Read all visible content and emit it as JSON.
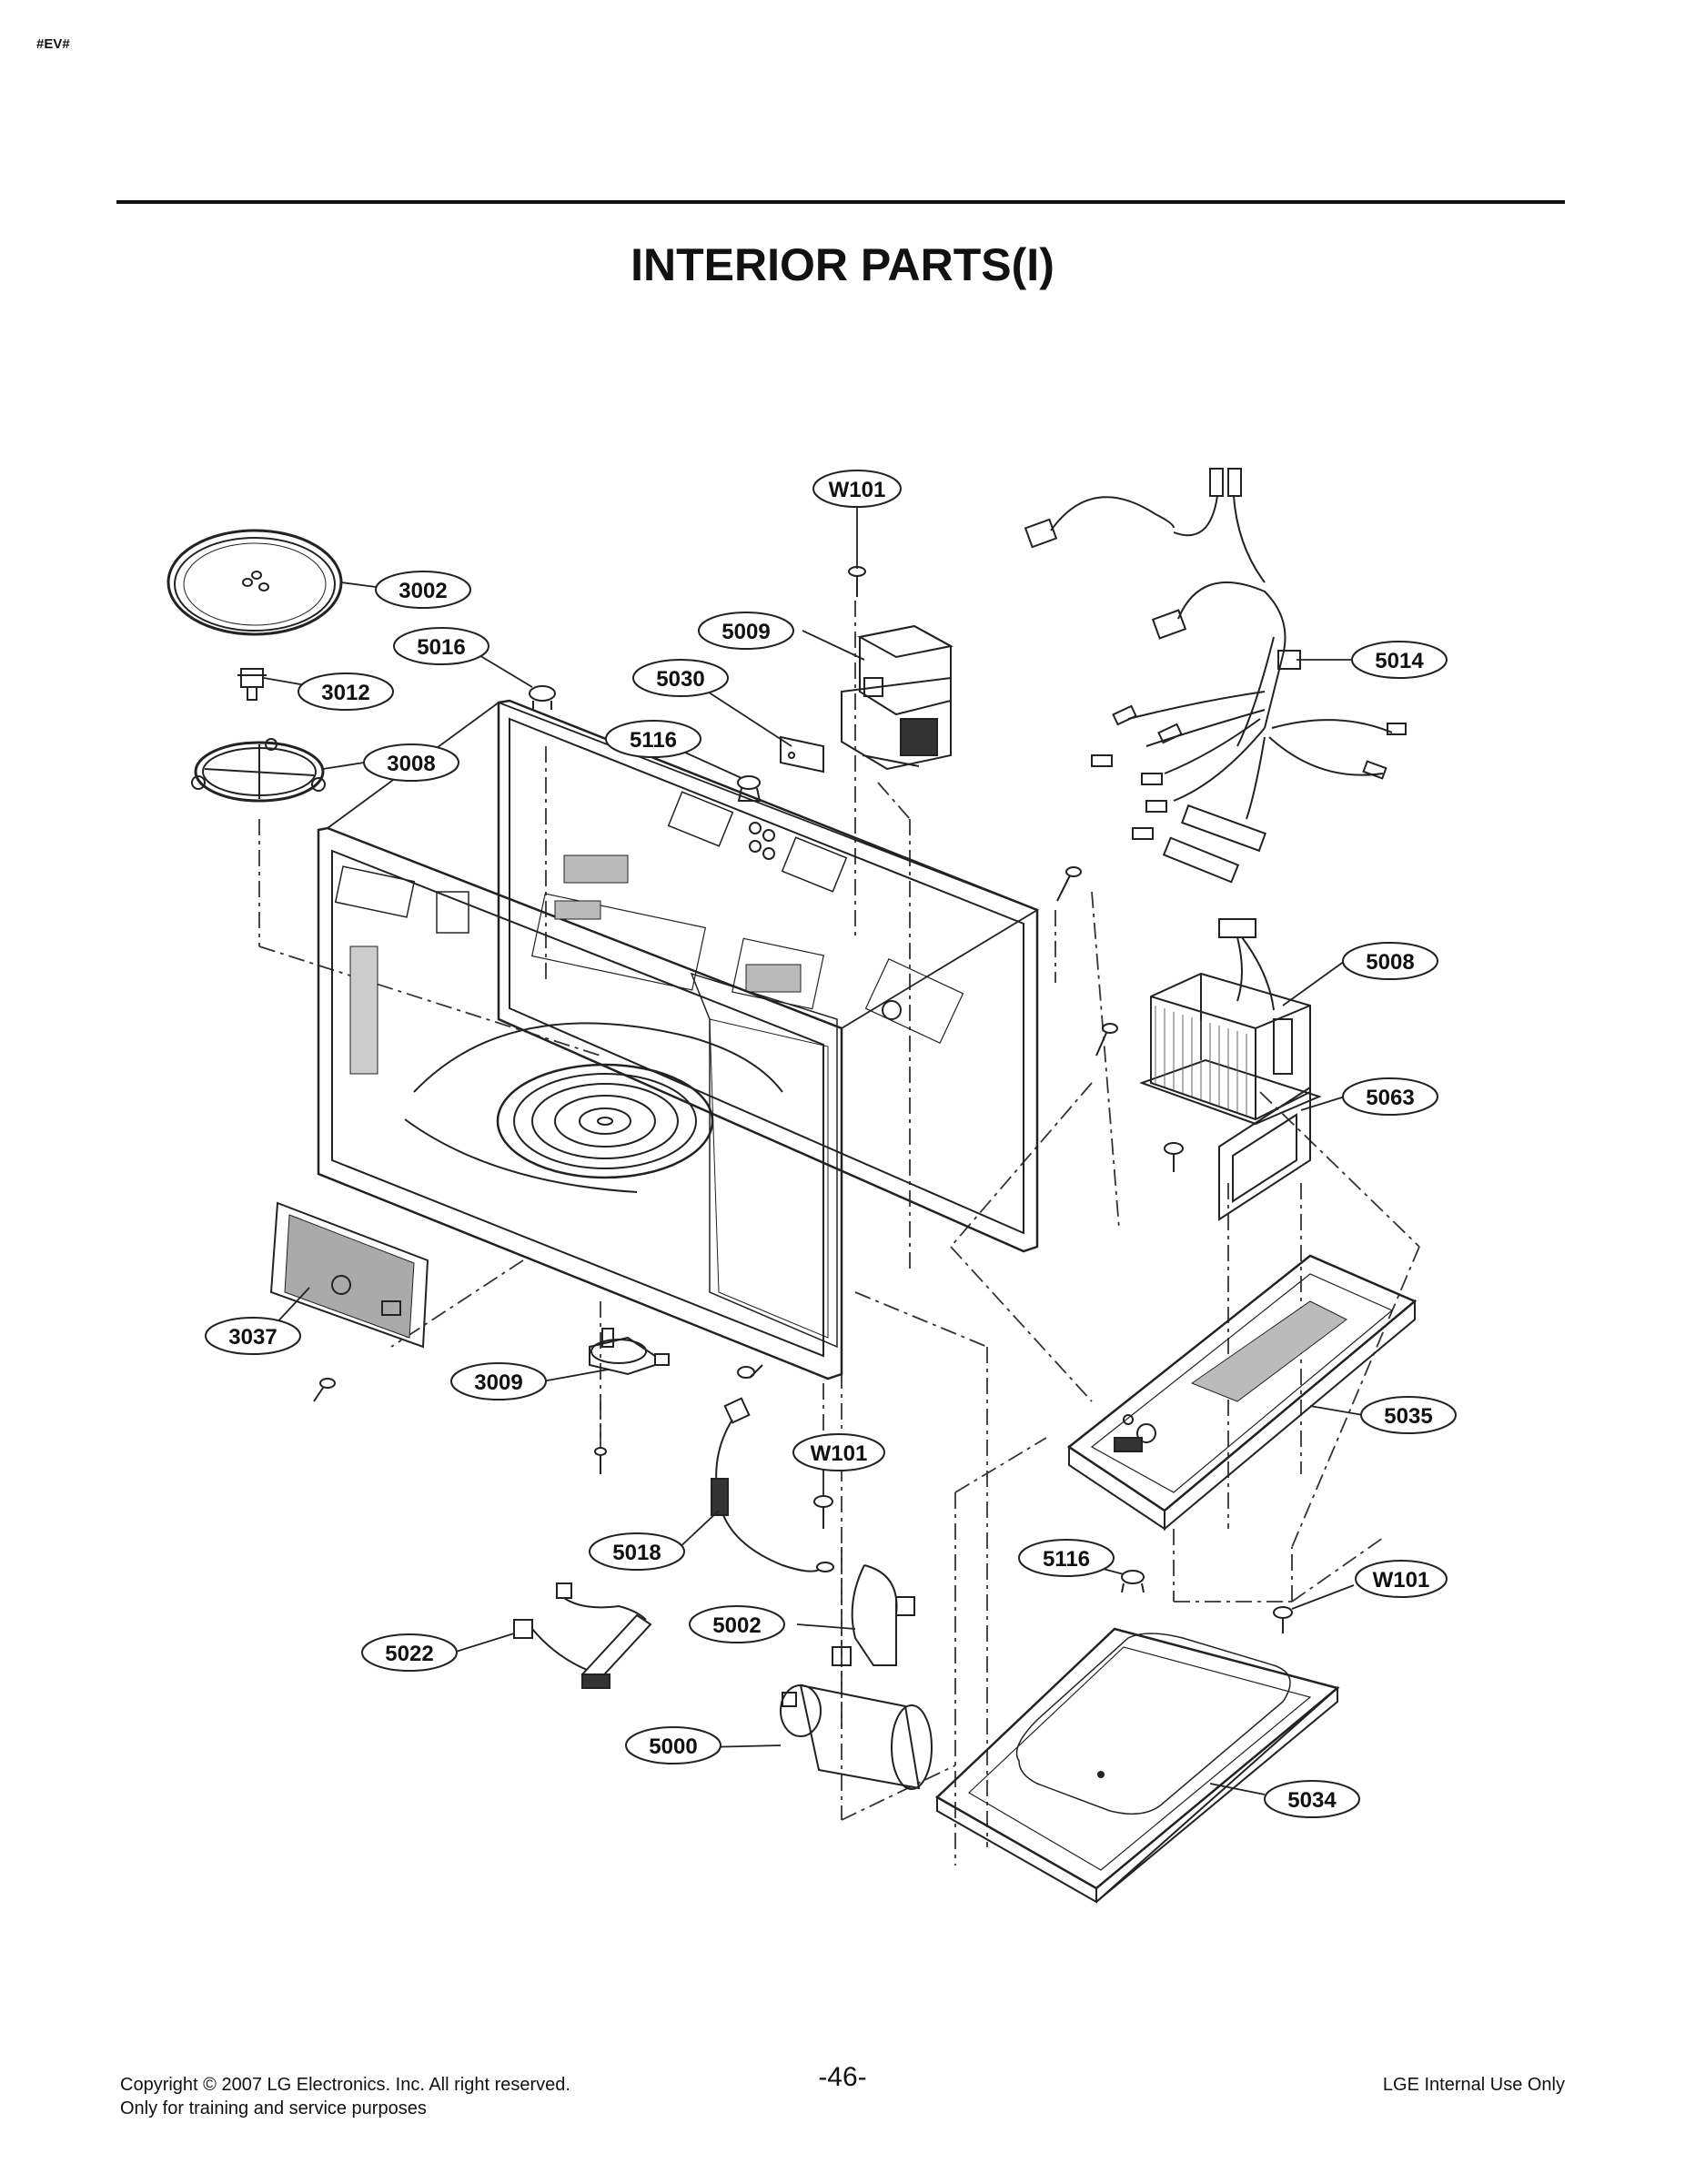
{
  "header_tag": "#EV#",
  "title": "INTERIOR PARTS(I)",
  "callouts": {
    "w101_top": "W101",
    "p3002": "3002",
    "p5016": "5016",
    "p3012": "3012",
    "p3008": "3008",
    "p5009": "5009",
    "p5030": "5030",
    "p5116_top": "5116",
    "p5014": "5014",
    "p5008": "5008",
    "p5063": "5063",
    "p3037": "3037",
    "p3009": "3009",
    "p5035": "5035",
    "w101_mid": "W101",
    "p5018": "5018",
    "p5116_bottom": "5116",
    "w101_right": "W101",
    "p5002": "5002",
    "p5022": "5022",
    "p5000": "5000",
    "p5034": "5034"
  },
  "footer": {
    "copyright": "Copyright © 2007 LG Electronics. Inc. All right reserved.",
    "note": "Only for training and service purposes",
    "page": "-46-",
    "internal": "LGE Internal Use Only"
  }
}
